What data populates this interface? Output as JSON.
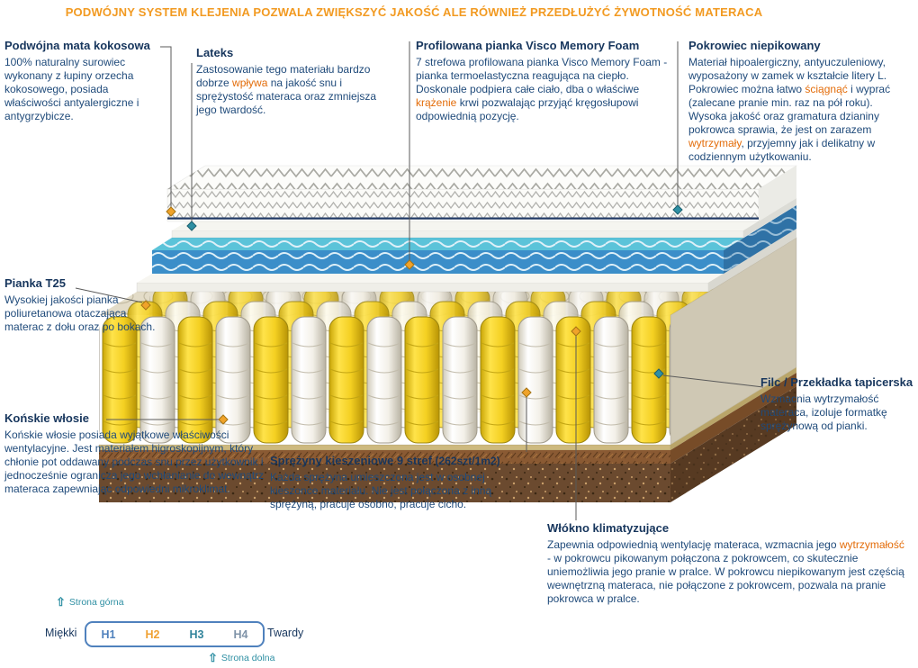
{
  "banner": {
    "text": "PODWÓJNY SYSTEM KLEJENIA POZWALA ZWIĘKSZYĆ JAKOŚĆ ALE RÓWNIEŻ PRZEDŁUŻYĆ ŻYWOTNOŚĆ MATERACA"
  },
  "annotations": {
    "mata_kokosowa": {
      "title": "Podwójna mata kokosowa",
      "body": "100% naturalny surowiec wykonany z łupiny orzecha kokosowego, posiada właściwości antyalergiczne i antygrzybicze."
    },
    "lateks": {
      "title": "Lateks",
      "body_rich": [
        {
          "t": "Zastosowanie tego materiału bardzo dobrze "
        },
        {
          "t": "wpływa",
          "hl": true
        },
        {
          "t": " na jakość snu i sprężystość materaca oraz zmniejsza jego twardość."
        }
      ]
    },
    "visco": {
      "title": "Profilowana pianka Visco Memory Foam",
      "body_rich": [
        {
          "t": "7 strefowa profilowana pianka Visco Memory Foam - pianka termoelastyczna reagująca na ciepło. Doskonale podpiera całe ciało, dba o właściwe "
        },
        {
          "t": "krążenie",
          "hl": true
        },
        {
          "t": " krwi pozwalając przyjąć kręgosłupowi odpowiednią pozycję."
        }
      ]
    },
    "pokrowiec": {
      "title": "Pokrowiec niepikowany",
      "body_rich": [
        {
          "t": "Materiał hipoalergiczny, antyuczuleniowy, wyposażony w zamek w kształcie litery L. Pokrowiec można łatwo "
        },
        {
          "t": "ściągnąć",
          "hl": true
        },
        {
          "t": " i wyprać (zalecane pranie min. raz na pół roku). Wysoka jakość oraz gramatura dzianiny pokrowca sprawia, że jest on zarazem "
        },
        {
          "t": "wytrzymały",
          "hl": true
        },
        {
          "t": ", przyjemny jak i delikatny w codziennym użytkowaniu."
        }
      ]
    },
    "pianka_t25": {
      "title": "Pianka T25",
      "body": "Wysokiej jakości pianka poliuretanowa otaczająca materac z dołu oraz po bokach."
    },
    "konskie_wlosie": {
      "title": "Końskie włosie",
      "body": "Końskie włosie posiada wyjątkowe właściwości wentylacyjne. Jest materiałem higroskopijnym, który chłonie pot oddawany podczas snu przez użytkownik i jednocześnie ogranicza jego wchłanianie do wewnątrz materaca zapewniając odpowiedni mikroklimat."
    },
    "sprezyny": {
      "title": "Sprężyny kieszeniowe 9 stref",
      "count": "(262szt/1m2)",
      "body": "Każda sprężyna umieszczona jest w osobnej kieszonce materiału. Nie jest połączona z inną sprężyną, pracuje osobno, pracuje cicho."
    },
    "filc": {
      "title": "Filc / Przekładka tapicerska",
      "body": "Wzmacnia wytrzymałość materaca, izoluje formatkę sprężynową od pianki."
    },
    "wlokno": {
      "title": "Włókno klimatyzujące",
      "body_rich": [
        {
          "t": "Zapewnia odpowiednią wentylację materaca, wzmacnia jego "
        },
        {
          "t": "wytrzymałość",
          "hl": true
        },
        {
          "t": " - w pokrowcu pikowanym połączona z pokrowcem, co skutecznie uniemożliwia jego pranie w pralce. W pokrowcu niepikowanym jest częścią wewnętrzną materaca, nie połączone z pokrowcem, pozwala na pranie pokrowca w pralce."
        }
      ]
    }
  },
  "hardness_scale": {
    "top_side": "Strona górna",
    "bottom_side": "Strona dolna",
    "soft": "Miękki",
    "hard": "Twardy",
    "levels": [
      {
        "label": "H1",
        "color": "#4f81bd"
      },
      {
        "label": "H2",
        "color": "#f0a132"
      },
      {
        "label": "H3",
        "color": "#31849b"
      },
      {
        "label": "H4",
        "color": "#7f93a8"
      }
    ]
  },
  "diagram": {
    "layers": [
      "Pokrowiec niepikowany",
      "Profilowana pianka Visco Memory Foam",
      "Lateks",
      "Włókno klimatyzujące",
      "Sprężyny kieszeniowe",
      "Filc / Przekładka tapicerska",
      "Podwójna mata kokosowa",
      "Pianka T25"
    ]
  },
  "colors": {
    "banner": "#f29a21",
    "heading": "#17365d",
    "body_text": "#1f4a7a",
    "highlight": "#e36c09",
    "leader_line": "#5a5a5a",
    "marker_orange": "#f0a32a",
    "marker_teal": "#2e8fa3",
    "arrow_teal": "#2e8fa3"
  }
}
